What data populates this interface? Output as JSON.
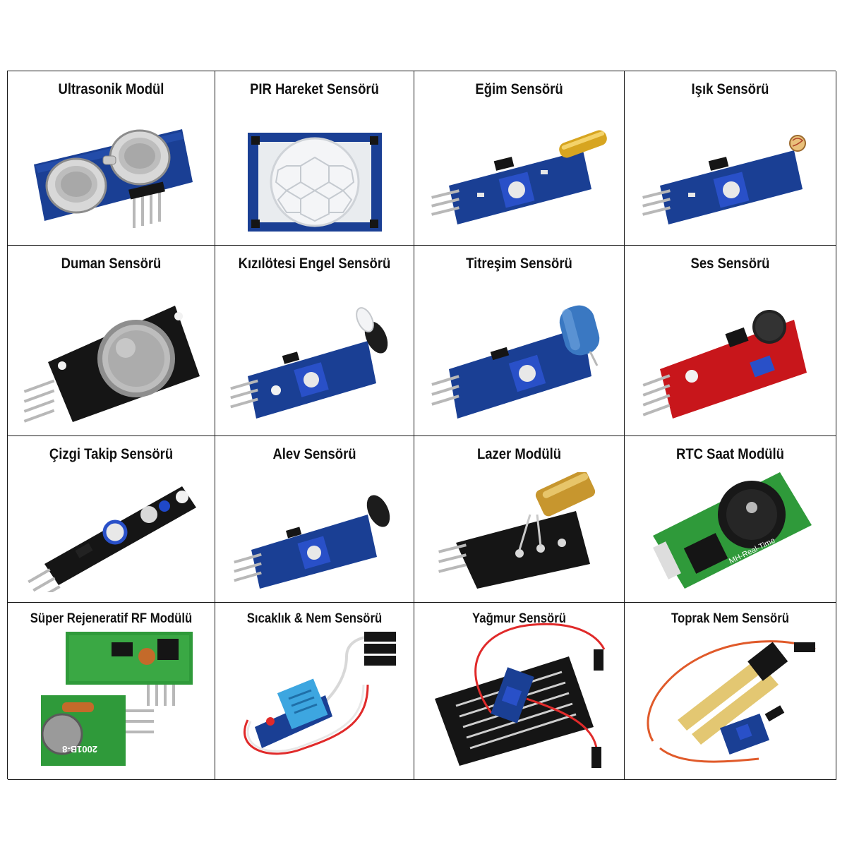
{
  "modules": [
    {
      "name": "Ultrasonik Modül",
      "icon": "ultrasonic-sensor-icon"
    },
    {
      "name": "PIR Hareket Sensörü",
      "icon": "pir-motion-sensor-icon"
    },
    {
      "name": "Eğim Sensörü",
      "icon": "tilt-sensor-icon"
    },
    {
      "name": "Işık Sensörü",
      "icon": "light-sensor-icon"
    },
    {
      "name": "Duman Sensörü",
      "icon": "smoke-sensor-icon"
    },
    {
      "name": "Kızılötesi Engel Sensörü",
      "icon": "infrared-obstacle-sensor-icon"
    },
    {
      "name": "Titreşim Sensörü",
      "icon": "vibration-sensor-icon"
    },
    {
      "name": "Ses Sensörü",
      "icon": "sound-sensor-icon"
    },
    {
      "name": "Çizgi Takip Sensörü",
      "icon": "line-tracking-sensor-icon"
    },
    {
      "name": "Alev Sensörü",
      "icon": "flame-sensor-icon"
    },
    {
      "name": "Lazer Modülü",
      "icon": "laser-module-icon"
    },
    {
      "name": "RTC Saat Modülü",
      "icon": "rtc-clock-module-icon"
    },
    {
      "name": "Süper Rejeneratif RF Modülü",
      "icon": "rf-module-icon"
    },
    {
      "name": "Sıcaklık & Nem Sensörü",
      "icon": "temperature-humidity-sensor-icon"
    },
    {
      "name": "Yağmur Sensörü",
      "icon": "rain-sensor-icon"
    },
    {
      "name": "Toprak Nem Sensörü",
      "icon": "soil-moisture-sensor-icon"
    }
  ],
  "board_text": {
    "rtc_title": "MH-Real-Time",
    "rtc_subtitle": "Clock Module - 2",
    "rf_code": "2001B-8"
  },
  "colors": {
    "blue_pcb": "#1a3f94",
    "red_pcb": "#c8161b",
    "green_pcb": "#2f9a3a",
    "black_pcb": "#151515",
    "pot_blue": "#2950c8",
    "pin_silver": "#b8b8b8",
    "border": "#1a1a1a"
  }
}
